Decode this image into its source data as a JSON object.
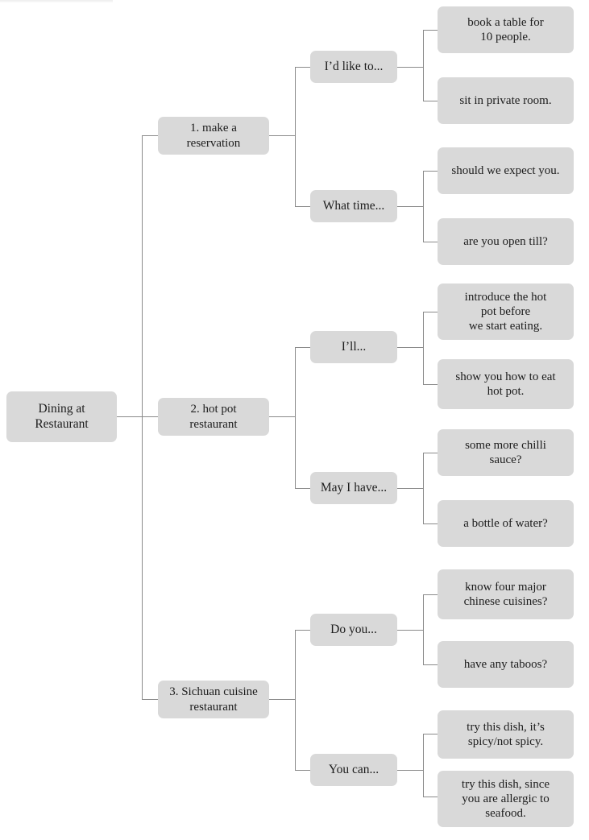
{
  "diagram": {
    "type": "tree-mindmap",
    "title": "Dining at Restaurant",
    "root": {
      "label": "Dining at\nRestaurant"
    },
    "branches": [
      {
        "label": "1. make a\nreservation",
        "children": [
          {
            "label": "I’d like to...",
            "leaves": [
              {
                "label": "book a table for\n10 people."
              },
              {
                "label": "sit in private room."
              }
            ]
          },
          {
            "label": "What time...",
            "leaves": [
              {
                "label": "should we expect you."
              },
              {
                "label": "are you open till?"
              }
            ]
          }
        ]
      },
      {
        "label": "2. hot pot\nrestaurant",
        "children": [
          {
            "label": "I’ll...",
            "leaves": [
              {
                "label": "introduce the hot\npot before\nwe start eating."
              },
              {
                "label": "show you how to eat\nhot pot."
              }
            ]
          },
          {
            "label": "May I have...",
            "leaves": [
              {
                "label": "some more chilli\nsauce?"
              },
              {
                "label": "a bottle of water?"
              }
            ]
          }
        ]
      },
      {
        "label": "3. Sichuan cuisine\nrestaurant",
        "children": [
          {
            "label": "Do you...",
            "leaves": [
              {
                "label": "know four major\nchinese cuisines?"
              },
              {
                "label": "have any taboos?"
              }
            ]
          },
          {
            "label": "You can...",
            "leaves": [
              {
                "label": "try this dish, it’s\nspicy/not spicy."
              },
              {
                "label": "try this dish, since\nyou are allergic to\nseafood."
              }
            ]
          }
        ]
      }
    ],
    "colors": {
      "node_fill": "#d9d9d9",
      "connector": "#8a8a8a",
      "background": "#ffffff",
      "text": "#1d1d1d"
    }
  }
}
